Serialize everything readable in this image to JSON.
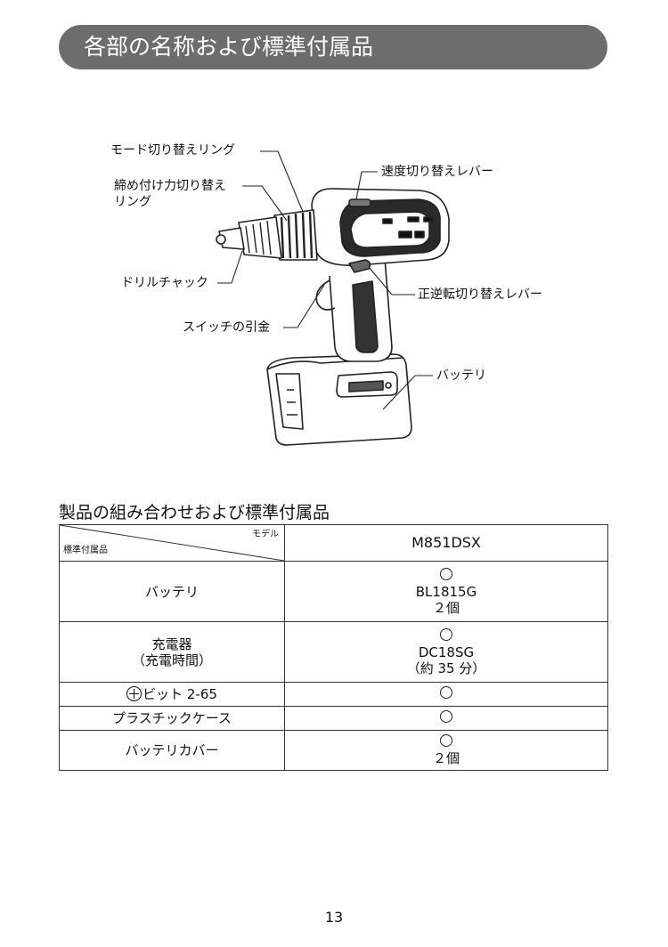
{
  "page": {
    "title": "各部の名称および標準付属品",
    "page_number": "13"
  },
  "diagram": {
    "labels": {
      "mode_ring": "モード切り替えリング",
      "torque_ring_line1": "締め付け力切り替え",
      "torque_ring_line2": "リング",
      "drill_chuck": "ドリルチャック",
      "switch_trigger": "スイッチの引金",
      "speed_lever": "速度切り替えレバー",
      "reverse_lever": "正逆転切り替えレバー",
      "battery": "バッテリ"
    }
  },
  "accessories": {
    "section_title": "製品の組み合わせおよび標準付属品",
    "header": {
      "model_label": "モデル",
      "accessory_label": "標準付属品",
      "model_name": "M851DSX"
    },
    "rows": [
      {
        "name_line1": "バッテリ",
        "name_line2": "",
        "value_lines": [
          "BL1815G",
          "２個"
        ]
      },
      {
        "name_line1": "充電器",
        "name_line2": "（充電時間）",
        "value_lines": [
          "DC18SG",
          "（約 35 分）"
        ]
      },
      {
        "name_line1": "ビット 2-65",
        "name_line2": "",
        "value_lines": []
      },
      {
        "name_line1": "プラスチックケース",
        "name_line2": "",
        "value_lines": []
      },
      {
        "name_line1": "バッテリカバー",
        "name_line2": "",
        "value_lines": [
          "２個"
        ]
      }
    ]
  }
}
